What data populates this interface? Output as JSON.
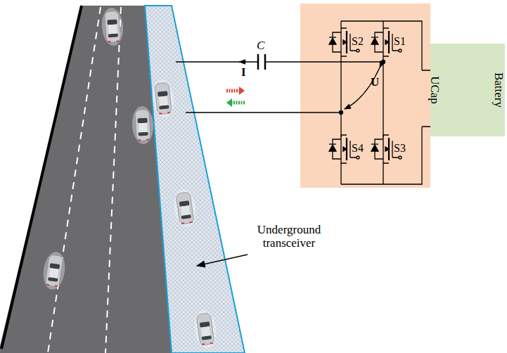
{
  "diagram": {
    "nodes": [
      {
        "text": [
          "UCap",
          "Battery"
        ]
      }
    ],
    "labels": [
      "S2",
      "S1",
      "S4",
      "S3",
      "C",
      "I",
      "U",
      "Underground transceiver"
    ]
  }
}
